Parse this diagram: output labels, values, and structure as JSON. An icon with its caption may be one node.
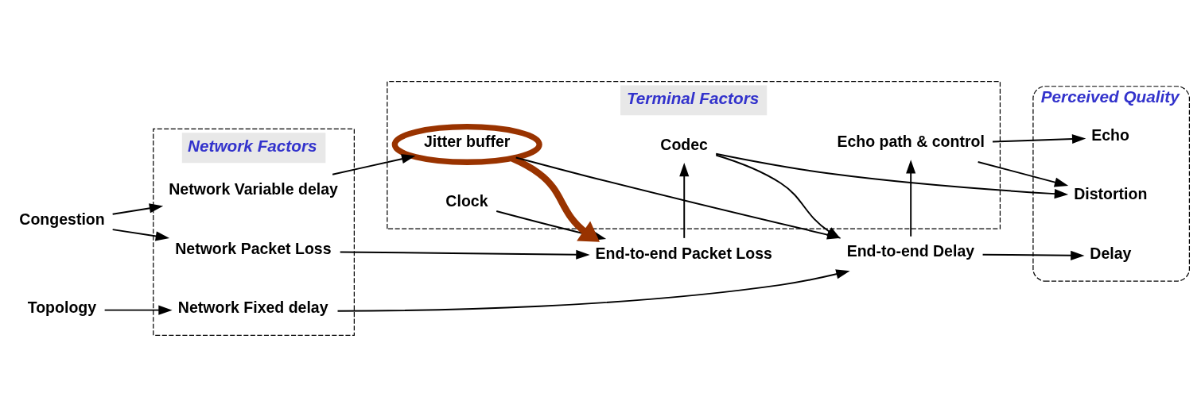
{
  "diagram": {
    "nodes": [
      {
        "text": [
          "Network Factors"
        ]
      },
      {
        "text": [
          "Network Packet Loss"
        ],
        "in": 0
      },
      {
        "text": [
          "Network Variable delay"
        ],
        "in": 0
      },
      {
        "text": [
          "Network Fixed delay"
        ],
        "in": 0
      },
      {
        "text": [
          "Congestion"
        ]
      },
      {
        "text": [
          "Topology"
        ]
      },
      {
        "text": [
          "End-to-end Packet Loss"
        ]
      },
      {
        "text": [
          "Terminal Factors"
        ]
      },
      {
        "text": [
          "Clock"
        ],
        "in": 7
      },
      {
        "text": [
          "Jitter buffer"
        ],
        "in": 7
      },
      {
        "text": [
          "Codec"
        ],
        "in": 7
      },
      {
        "text": [
          "Echo path & control"
        ],
        "in": 7
      },
      {
        "text": [
          "End-to-end Delay"
        ]
      },
      {
        "text": [
          "Perceived Quality"
        ]
      },
      {
        "text": [
          "Distortion"
        ],
        "in": 13
      },
      {
        "text": [
          "Echo"
        ],
        "in": 13
      },
      {
        "text": [
          "Delay"
        ],
        "in": 13
      }
    ],
    "edges": [
      {
        "from": 4,
        "to": 1,
        "arrow": "to"
      },
      {
        "from": 4,
        "to": 2,
        "arrow": "to"
      },
      {
        "from": 5,
        "to": 3,
        "arrow": "to"
      },
      {
        "from": 1,
        "to": 6,
        "arrow": "to"
      },
      {
        "from": 2,
        "to": 9,
        "arrow": "to"
      },
      {
        "from": 3,
        "to": 12,
        "arrow": "to"
      },
      {
        "from": 8,
        "to": 6,
        "arrow": "to"
      },
      {
        "from": 9,
        "to": 6,
        "arrow": "to",
        "style": "thick",
        "color": "#993300"
      },
      {
        "from": 9,
        "to": 12,
        "arrow": "to"
      },
      {
        "from": 6,
        "to": 10,
        "arrow": "to"
      },
      {
        "from": 10,
        "to": 12,
        "arrow": "to"
      },
      {
        "from": 10,
        "to": 14,
        "arrow": "to"
      },
      {
        "from": 12,
        "to": 11,
        "arrow": "to"
      },
      {
        "from": 11,
        "to": 14,
        "arrow": "to"
      },
      {
        "from": 11,
        "to": 15,
        "arrow": "to"
      },
      {
        "from": 12,
        "to": 16,
        "arrow": "to"
      }
    ]
  }
}
